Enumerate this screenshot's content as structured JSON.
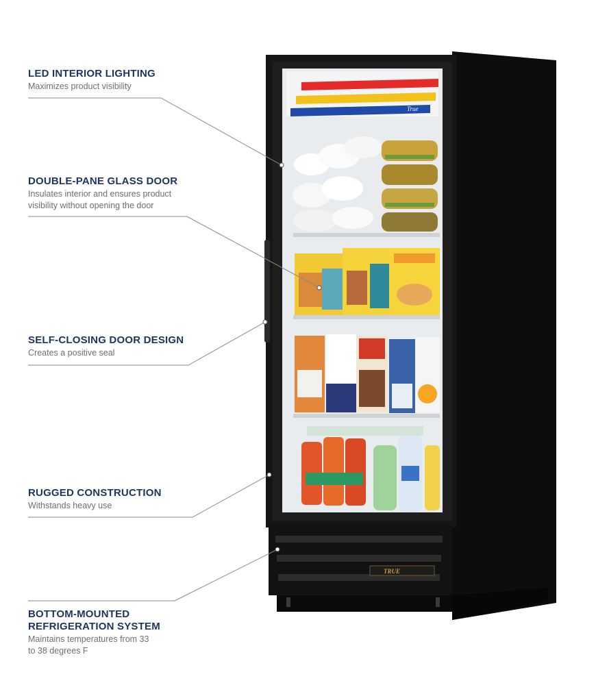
{
  "callouts": [
    {
      "title": "LED INTERIOR LIGHTING",
      "desc": "Maximizes product visibility"
    },
    {
      "title": "DOUBLE-PANE GLASS DOOR",
      "desc": "Insulates interior and ensures product\nvisibility without opening the door"
    },
    {
      "title": "SELF-CLOSING DOOR DESIGN",
      "desc": "Creates a positive seal"
    },
    {
      "title": "RUGGED CONSTRUCTION",
      "desc": "Withstands heavy use"
    },
    {
      "title": "BOTTOM-MOUNTED\nREFRIGERATION SYSTEM",
      "desc": "Maintains temperatures from 33\nto 38 degrees F"
    }
  ],
  "product": {
    "header_logo": "True",
    "grille_logo": "TRUE"
  },
  "colors": {
    "title": "#1f3561",
    "desc": "#6b6f76",
    "leader": "#8a8a8a",
    "cabinet": "#141414"
  }
}
